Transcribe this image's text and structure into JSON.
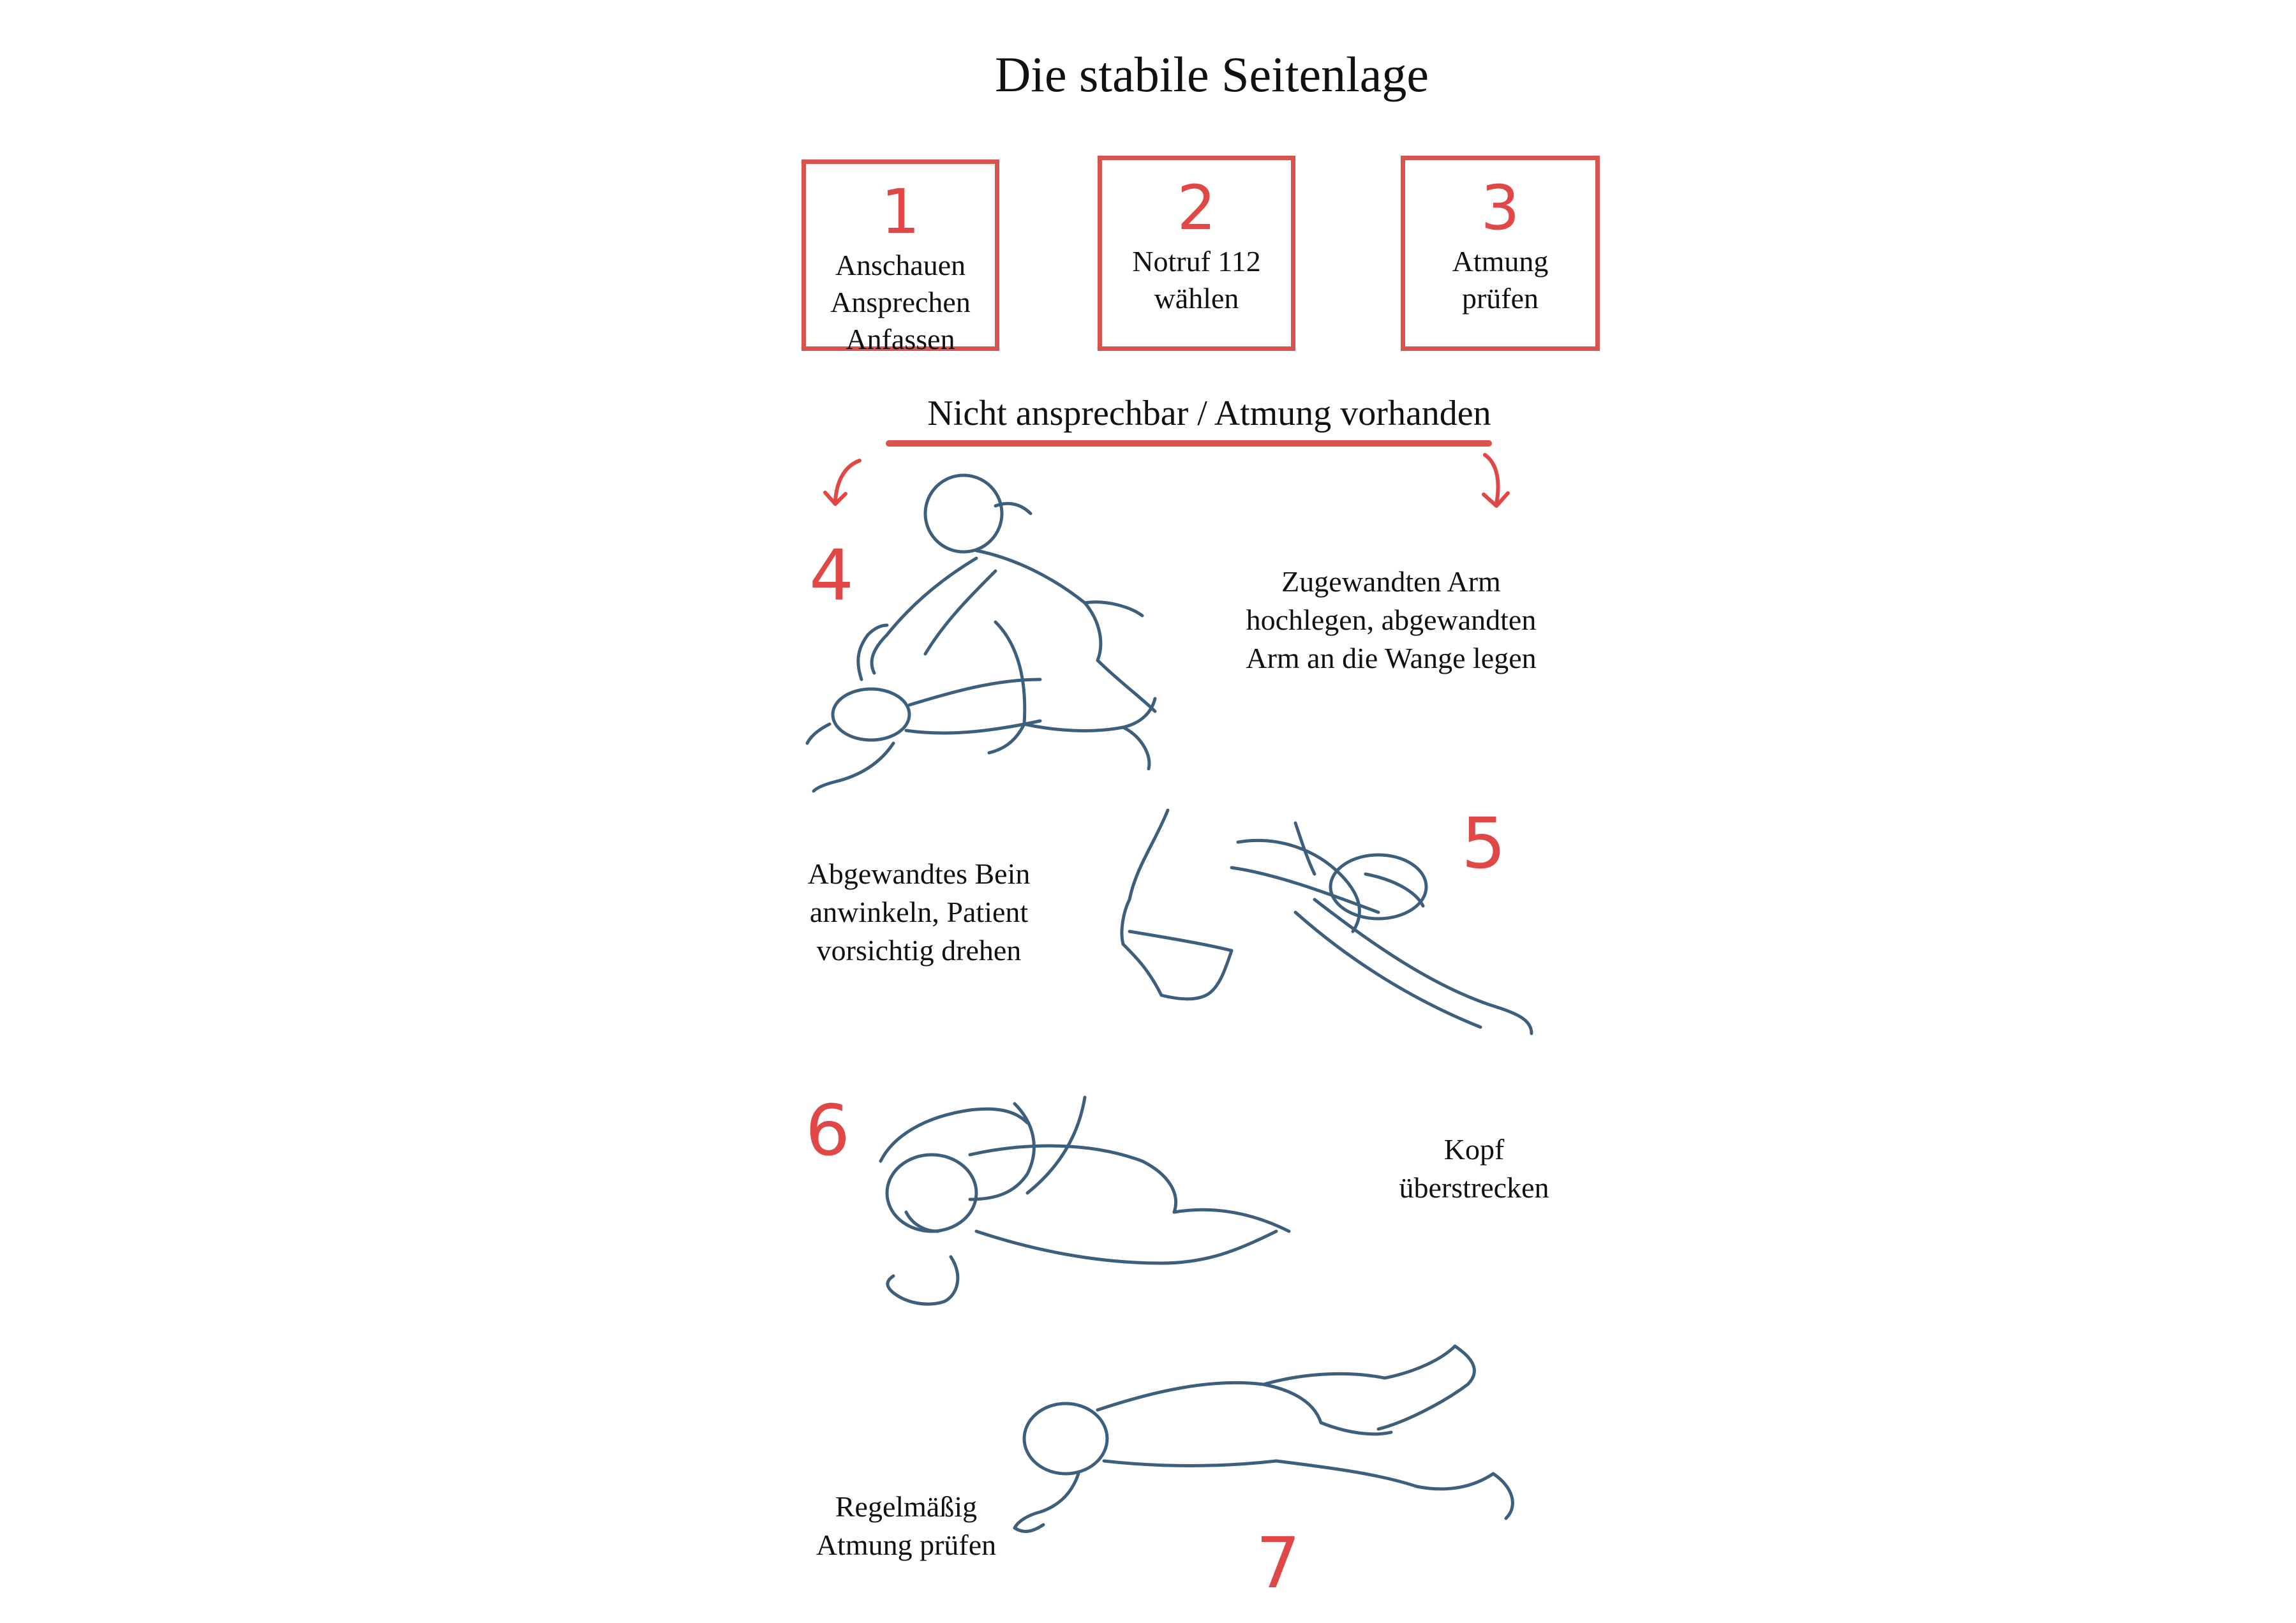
{
  "title": "Die stabile Seitenlage",
  "steps_top": [
    {
      "number": "1",
      "lines": [
        "Anschauen",
        "Ansprechen",
        "Anfassen"
      ]
    },
    {
      "number": "2",
      "lines": [
        "Notruf 112",
        "wählen"
      ]
    },
    {
      "number": "3",
      "lines": [
        "Atmung",
        "prüfen"
      ]
    }
  ],
  "condition": "Nicht ansprechbar / Atmung vorhanden",
  "steps_illustrated": [
    {
      "number": "4",
      "lines": [
        "Zugewandten Arm",
        "hochlegen, abgewandten",
        "Arm an die Wange legen"
      ]
    },
    {
      "number": "5",
      "lines": [
        "Abgewandtes Bein",
        "anwinkeln, Patient",
        "vorsichtig drehen"
      ]
    },
    {
      "number": "6",
      "lines": [
        "Kopf",
        "überstrecken"
      ]
    },
    {
      "number": "7",
      "lines": [
        "Regelmäßig",
        "Atmung prüfen"
      ]
    }
  ],
  "colors": {
    "accent_red": "#e04848",
    "box_red": "#d9534f",
    "sketch_blue": "#3d5f7c"
  },
  "icons": [
    "arrow-down-left-icon",
    "arrow-down-right-icon"
  ]
}
